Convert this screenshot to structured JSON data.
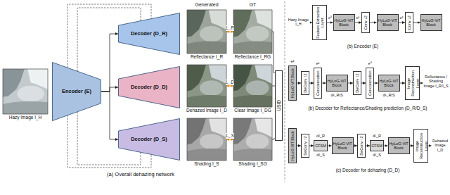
{
  "diagram": {
    "nodes": [
      {
        "text": [
          "Hazy Image I_H"
        ]
      },
      {
        "text": [
          "Encoder (E)"
        ]
      },
      {
        "text": [
          "Decoder (D_R)"
        ]
      },
      {
        "text": [
          "Decoder (D_D)"
        ]
      },
      {
        "text": [
          "Decoder (D_S)"
        ]
      },
      {
        "text": [
          "Reflectance I_R"
        ]
      },
      {
        "text": [
          "Reflectance I_RG"
        ]
      },
      {
        "text": [
          "Dehazed Image I_D"
        ]
      },
      {
        "text": [
          "Clear Image I_DG"
        ]
      },
      {
        "text": [
          "Shading I_S"
        ]
      },
      {
        "text": [
          "Shading I_SG"
        ]
      },
      {
        "text": [
          "USID"
        ]
      },
      {
        "text": [
          "Feature Extraction Layer"
        ]
      },
      {
        "text": [
          "HyLoG-ViT Block"
        ]
      },
      {
        "text": [
          "Conv ↓2"
        ]
      },
      {
        "text": [
          "HyLoG-ViT Block"
        ]
      },
      {
        "text": [
          "Conv ↓2"
        ]
      },
      {
        "text": [
          "HyLoG-ViT Block"
        ]
      },
      {
        "text": [
          "HyLoG-ViT Block"
        ]
      },
      {
        "text": [
          "DeConv ↑2"
        ]
      },
      {
        "text": [
          "Concatenation"
        ]
      },
      {
        "text": [
          "HyLoG-ViT Block"
        ]
      },
      {
        "text": [
          "DeConv ↑2"
        ]
      },
      {
        "text": [
          "Concatenation"
        ]
      },
      {
        "text": [
          "HyLoG-ViT Block"
        ]
      },
      {
        "text": [
          "Image Reconstruction Layer"
        ]
      },
      {
        "text": [
          "HyLoG-ViT Block"
        ]
      },
      {
        "text": [
          "DeConv ↑2"
        ]
      },
      {
        "text": [
          "CFSM"
        ]
      },
      {
        "text": [
          "HyLoG-ViT Block"
        ]
      },
      {
        "text": [
          "DeConv ↑2"
        ]
      },
      {
        "text": [
          "CFSM"
        ]
      },
      {
        "text": [
          "HyLoG-ViT Block"
        ]
      },
      {
        "text": [
          "Image Reconstruction Layer"
        ]
      }
    ],
    "edges": [
      {
        "from": 1,
        "to": 2,
        "arrow": "to"
      },
      {
        "from": 1,
        "to": 3,
        "arrow": "to"
      },
      {
        "from": 1,
        "to": 4,
        "arrow": "to"
      },
      {
        "from": 5,
        "to": 6,
        "label": "L_R",
        "arrow": "both"
      },
      {
        "from": 7,
        "to": 8,
        "label": "L_D",
        "arrow": "both"
      },
      {
        "from": 9,
        "to": 10,
        "label": "L_S",
        "arrow": "both"
      },
      {
        "from": 6,
        "to": 11,
        "arrow": "none"
      },
      {
        "from": 8,
        "to": 11,
        "arrow": "none"
      },
      {
        "from": 10,
        "to": 11,
        "arrow": "none"
      },
      {
        "from": 12,
        "to": 13,
        "arrow": "to"
      },
      {
        "from": 13,
        "to": 14,
        "arrow": "to"
      },
      {
        "from": 14,
        "to": 15,
        "arrow": "to"
      },
      {
        "from": 15,
        "to": 16,
        "arrow": "to"
      },
      {
        "from": 16,
        "to": 17,
        "arrow": "to"
      },
      {
        "from": 18,
        "to": 19,
        "arrow": "to"
      },
      {
        "from": 19,
        "to": 20,
        "arrow": "to"
      },
      {
        "from": 20,
        "to": 21,
        "arrow": "to"
      },
      {
        "from": 21,
        "to": 22,
        "arrow": "to"
      },
      {
        "from": 22,
        "to": 23,
        "arrow": "to"
      },
      {
        "from": 23,
        "to": 24,
        "arrow": "to"
      },
      {
        "from": 24,
        "to": 25,
        "arrow": "to"
      },
      {
        "from": 26,
        "to": 27,
        "arrow": "to"
      },
      {
        "from": 27,
        "to": 28,
        "arrow": "to"
      },
      {
        "from": 28,
        "to": 29,
        "arrow": "to"
      },
      {
        "from": 29,
        "to": 30,
        "arrow": "to"
      },
      {
        "from": 30,
        "to": 31,
        "arrow": "to"
      },
      {
        "from": 31,
        "to": 32,
        "arrow": "to"
      },
      {
        "from": 32,
        "to": 33,
        "arrow": "to"
      }
    ],
    "labels": [
      "Generated",
      "GT",
      "(a) Overall dehazing network",
      "Hazy Image I_H",
      "e⁰",
      "e¹",
      "e²",
      "(b) Encoder (E)",
      "e²",
      "e¹",
      "e⁰",
      "d²_R/S",
      "d¹_R/S",
      "Reflectance / Shading Image I_R/I_S",
      "(b) Decoder for Reflectance/Shading prediction (D_R/D_S)",
      "d²_R",
      "d²_S",
      "d¹_R",
      "d¹_S",
      "Dehazed Image I_D",
      "(c) Decoder for dehazing (D_D)"
    ]
  }
}
